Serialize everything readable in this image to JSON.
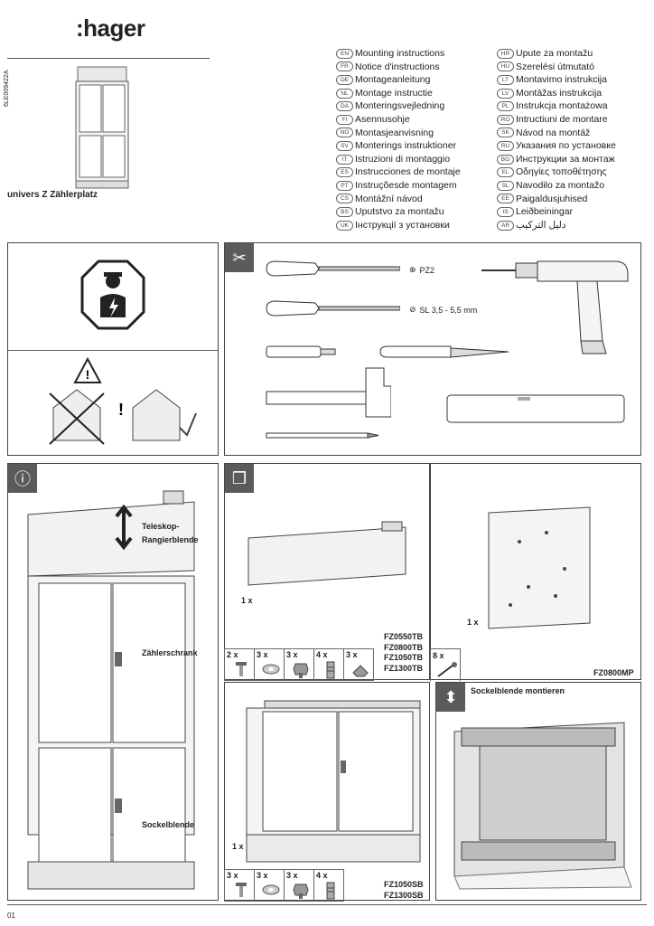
{
  "brand": {
    "logo_text": ":hager"
  },
  "document": {
    "code": "6LE009422A",
    "page_number": "01"
  },
  "product": {
    "title": "univers Z Zählerplatz"
  },
  "languages_left": [
    {
      "code": "EN",
      "label": "Mounting instructions"
    },
    {
      "code": "FR",
      "label": "Notice d'instructions"
    },
    {
      "code": "DE",
      "label": "Montageanleitung"
    },
    {
      "code": "NL",
      "label": "Montage instructie"
    },
    {
      "code": "DA",
      "label": "Monteringsvejledning"
    },
    {
      "code": "FI",
      "label": "Asennusohje"
    },
    {
      "code": "NO",
      "label": "Montasjeanvisning"
    },
    {
      "code": "SV",
      "label": "Monterings instruktioner"
    },
    {
      "code": "IT",
      "label": "Istruzioni di montaggio"
    },
    {
      "code": "ES",
      "label": "Instrucciones de montaje"
    },
    {
      "code": "PT",
      "label": "Instruçõesde montagem"
    },
    {
      "code": "CS",
      "label": "Montážní návod"
    },
    {
      "code": "BS",
      "label": "Uputstvo za montažu"
    },
    {
      "code": "UK",
      "label": "Інструкції з установки"
    }
  ],
  "languages_right": [
    {
      "code": "HR",
      "label": "Upute za montažu"
    },
    {
      "code": "HU",
      "label": "Szerelési útmutató"
    },
    {
      "code": "LT",
      "label": "Montavimo instrukcija"
    },
    {
      "code": "LV",
      "label": "Montāžas instrukcija"
    },
    {
      "code": "PL",
      "label": "Instrukcja montażowa"
    },
    {
      "code": "RO",
      "label": "Intructiuni de montare"
    },
    {
      "code": "SK",
      "label": "Návod na montáž"
    },
    {
      "code": "RU",
      "label": "Указания по установке"
    },
    {
      "code": "BG",
      "label": "Инструкции за монтаж"
    },
    {
      "code": "EL",
      "label": "Οδηγίες τοποθέτησης"
    },
    {
      "code": "SL",
      "label": "Navodilo za montažo"
    },
    {
      "code": "EE",
      "label": "Paigaldusjuhised"
    },
    {
      "code": "IS",
      "label": "Leiðbeiningar"
    },
    {
      "code": "AR",
      "label": "دليل التركيب"
    }
  ],
  "tools": {
    "screwdriver_pz": "PZ2",
    "screwdriver_sl": "SL 3,5 - 5,5 mm"
  },
  "info_panel": {
    "label_top": "Teleskop-\nRangierblende",
    "label_top_1": "Teleskop-",
    "label_top_2": "Rangierblende",
    "label_middle": "Zählerschrank",
    "label_bottom": "Sockelblende"
  },
  "box_panel": {
    "qty_top": "1 x",
    "codes": [
      "FZ0550TB",
      "FZ0800TB",
      "FZ1050TB",
      "FZ1300TB"
    ],
    "parts": [
      {
        "qty": "2 x",
        "icon": "screw-icon"
      },
      {
        "qty": "3 x",
        "icon": "washer-icon"
      },
      {
        "qty": "3 x",
        "icon": "nut-icon"
      },
      {
        "qty": "4 x",
        "icon": "bolt-icon"
      },
      {
        "qty": "3 x",
        "icon": "clip-icon"
      }
    ]
  },
  "mp_panel": {
    "qty": "1 x",
    "screw_qty": "8 x",
    "code": "FZ0800MP"
  },
  "sb_panel": {
    "qty": "1 x",
    "codes": [
      "FZ1050SB",
      "FZ1300SB"
    ],
    "parts": [
      {
        "qty": "3 x",
        "icon": "screw-icon"
      },
      {
        "qty": "3 x",
        "icon": "washer-icon"
      },
      {
        "qty": "3 x",
        "icon": "nut-icon"
      },
      {
        "qty": "4 x",
        "icon": "bolt-icon"
      }
    ]
  },
  "mount_panel": {
    "title": "Sockelblende montieren"
  }
}
